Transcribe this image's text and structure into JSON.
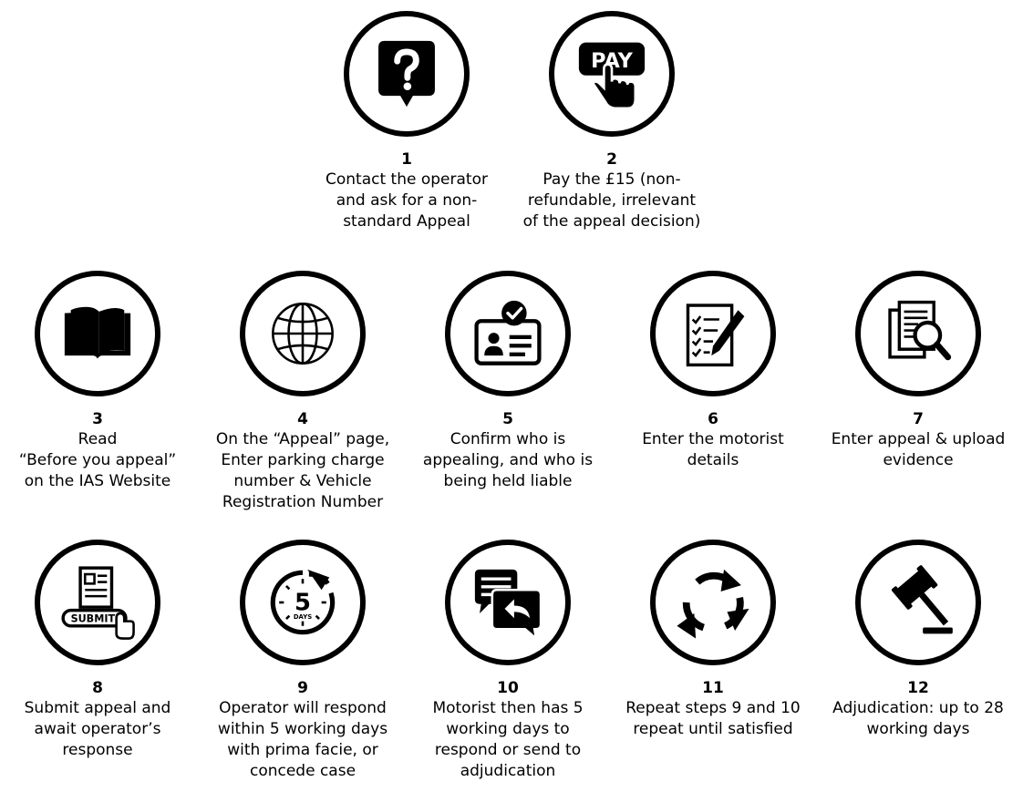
{
  "colors": {
    "ink": "#000000",
    "background": "#ffffff"
  },
  "steps": [
    {
      "number": "1",
      "icon": "question-speech-bubble-icon",
      "text": "Contact the operator\nand ask for a non-\nstandard Appeal"
    },
    {
      "number": "2",
      "icon": "pay-button-hand-icon",
      "icon_text": "PAY",
      "text": "Pay the £15 (non-\nrefundable, irrelevant\nof the appeal decision)"
    },
    {
      "number": "3",
      "icon": "open-book-icon",
      "text": "Read\n“Before you appeal”\non the IAS Website"
    },
    {
      "number": "4",
      "icon": "globe-icon",
      "text": "On the “Appeal” page,\nEnter parking charge\nnumber & Vehicle\nRegistration Number"
    },
    {
      "number": "5",
      "icon": "verified-id-card-icon",
      "text": "Confirm who is\nappealing, and who is\nbeing held liable"
    },
    {
      "number": "6",
      "icon": "checklist-pen-icon",
      "text": "Enter the motorist\ndetails"
    },
    {
      "number": "7",
      "icon": "document-magnifier-icon",
      "text": "Enter appeal & upload\nevidence"
    },
    {
      "number": "8",
      "icon": "submit-form-icon",
      "icon_text": "SUBMIT",
      "text": "Submit appeal and\nawait operator’s\nresponse"
    },
    {
      "number": "9",
      "icon": "five-days-timer-icon",
      "icon_text": "5",
      "icon_subtext": "DAYS",
      "text": "Operator will respond\nwithin 5 working days\nwith prima facie, or\nconcede case"
    },
    {
      "number": "10",
      "icon": "chat-bubbles-reply-icon",
      "text": "Motorist then has 5\nworking days to\nrespond or send to\nadjudication"
    },
    {
      "number": "11",
      "icon": "cycle-arrows-icon",
      "text": "Repeat steps 9 and 10\nrepeat until satisfied"
    },
    {
      "number": "12",
      "icon": "gavel-icon",
      "text": "Adjudication: up to 28\nworking days"
    }
  ]
}
